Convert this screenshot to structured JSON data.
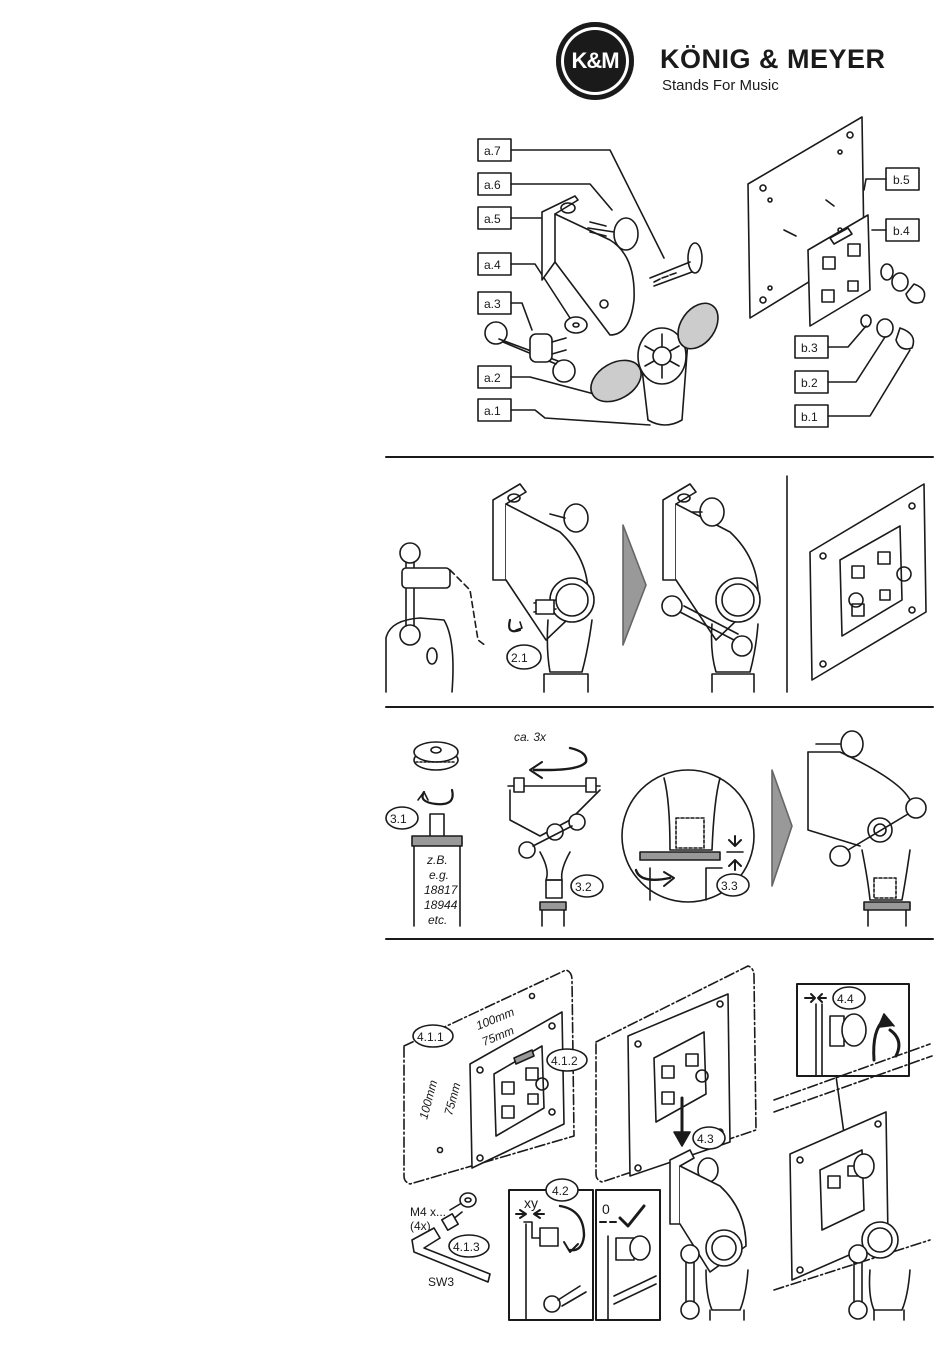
{
  "logo": {
    "mark": "K&M",
    "name": "KÖNIG & MEYER",
    "tagline": "Stands For Music"
  },
  "section1": {
    "left_labels": [
      "a.7",
      "a.6",
      "a.5",
      "a.4",
      "a.3",
      "a.2",
      "a.1"
    ],
    "right_labels": [
      "b.5",
      "b.4",
      "b.3",
      "b.2",
      "b.1"
    ]
  },
  "section2": {
    "step": "2.1"
  },
  "section3": {
    "step_a": "3.1",
    "step_b": "3.2",
    "step_c": "3.3",
    "turns": "ca. 3x",
    "examples": [
      "z.B.",
      "e.g.",
      "18817",
      "18944",
      "etc."
    ]
  },
  "section4": {
    "steps": [
      "4.1.1",
      "4.1.2",
      "4.1.3",
      "4.2",
      "4.3",
      "4.4"
    ],
    "dim_100": "100mm",
    "dim_75": "75mm",
    "screw": "M4 x...",
    "qty": "(4x)",
    "key": "SW3",
    "xy": "xy",
    "zero": "0"
  }
}
